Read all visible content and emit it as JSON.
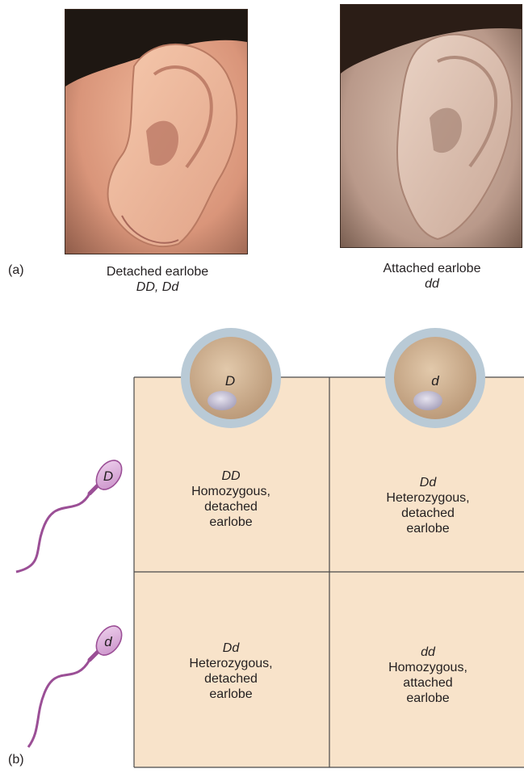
{
  "part_a": {
    "label": "(a)",
    "detached": {
      "caption": "Detached earlobe",
      "genotypes": "DD, Dd"
    },
    "attached": {
      "caption": "Attached earlobe",
      "genotypes": "dd"
    }
  },
  "part_b": {
    "label": "(b)",
    "eggs": [
      {
        "allele": "D"
      },
      {
        "allele": "d"
      }
    ],
    "sperm": [
      {
        "allele": "D"
      },
      {
        "allele": "d"
      }
    ],
    "cells": [
      {
        "genotype": "DD",
        "zygosity": "Homozygous,",
        "trait_line1": "detached",
        "trait_line2": "earlobe"
      },
      {
        "genotype": "Dd",
        "zygosity": "Heterozygous,",
        "trait_line1": "detached",
        "trait_line2": "earlobe"
      },
      {
        "genotype": "Dd",
        "zygosity": "Heterozygous,",
        "trait_line1": "detached",
        "trait_line2": "earlobe"
      },
      {
        "genotype": "dd",
        "zygosity": "Homozygous,",
        "trait_line1": "attached",
        "trait_line2": "earlobe"
      }
    ]
  },
  "colors": {
    "grid_fill": "#f8e3ca",
    "grid_line": "#4a4a4a",
    "egg_membrane": "#b9cad6",
    "egg_cytoplasm": "#c6a887",
    "nucleus": "#b8b3c8",
    "sperm": "#9b4f96",
    "sperm_head": "#d8aed8"
  }
}
